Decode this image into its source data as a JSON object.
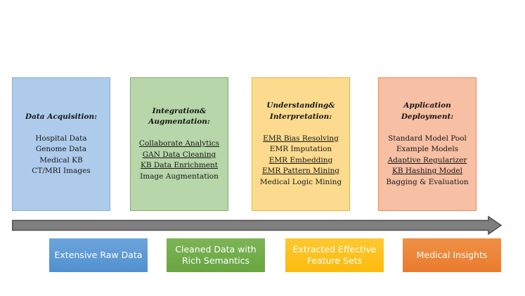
{
  "diagram": {
    "arrow": {
      "fill": "#7F7F7F",
      "outline": "#4D4D4D",
      "direction": "left-to-right"
    },
    "stages": [
      {
        "name": "data-acquisition",
        "title": "Data Acquisition:",
        "box_fill": "#AECBEC",
        "box_border": "#85ABDB",
        "items": [
          {
            "text": "Hospital Data",
            "underlined": false
          },
          {
            "text": "Genome Data",
            "underlined": false
          },
          {
            "text": "Medical KB",
            "underlined": false
          },
          {
            "text": "CT/MRI Images",
            "underlined": false
          }
        ],
        "label": "Extensive Raw Data",
        "label_color": "#5B9BD5"
      },
      {
        "name": "integration-augmentation",
        "title": "Integration& Augmentation:",
        "box_fill": "#B7D6A9",
        "box_border": "#7DB160",
        "items": [
          {
            "text": "Collaborate Analytics",
            "underlined": true
          },
          {
            "text": "GAN Data Cleaning",
            "underlined": true
          },
          {
            "text": "KB Data Enrichment",
            "underlined": true
          },
          {
            "text": "Image Augmentation",
            "underlined": false
          }
        ],
        "label": "Cleaned Data with Rich Semantics",
        "label_color": "#70AD47"
      },
      {
        "name": "understanding-interpretation",
        "title": "Understanding& Interpretation:",
        "box_fill": "#FCDB8F",
        "box_border": "#F2B232",
        "items": [
          {
            "text": "EMR Bias Resolving",
            "underlined": true
          },
          {
            "text": "EMR Imputation",
            "underlined": false
          },
          {
            "text": "EMR Embedding",
            "underlined": true
          },
          {
            "text": "EMR Pattern Mining",
            "underlined": true
          },
          {
            "text": "Medical Logic Mining",
            "underlined": false
          }
        ],
        "label": "Extracted Effective Feature Sets",
        "label_color": "#FFC000"
      },
      {
        "name": "application-deployment",
        "title": "Application Deployment:",
        "box_fill": "#F7BFA4",
        "box_border": "#EC8A54",
        "items": [
          {
            "text": "Standard Model Pool",
            "underlined": false
          },
          {
            "text": "Example Models",
            "underlined": false
          },
          {
            "text": "Adaptive Regularizer",
            "underlined": true
          },
          {
            "text": "KB Hashing Model",
            "underlined": true
          },
          {
            "text": "Bagging & Evaluation",
            "underlined": false
          }
        ],
        "label": "Medical Insights",
        "label_color": "#ED7D31"
      }
    ]
  }
}
